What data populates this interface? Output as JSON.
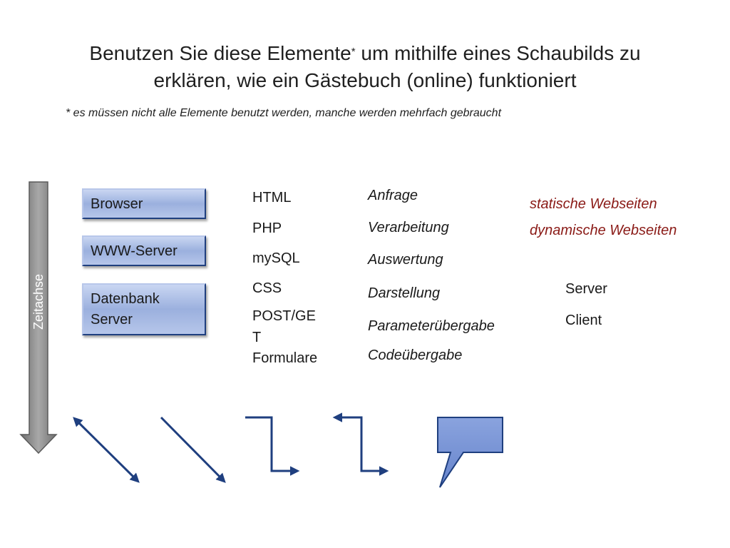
{
  "title": {
    "part1": "Benutzen Sie diese Elemente",
    "marker": "*",
    "part2": " um mithilfe eines Schaubilds zu",
    "line2": "erklären, wie ein Gästebuch (online) funktioniert"
  },
  "note": "* es müssen nicht alle Elemente benutzt werden, manche werden mehrfach gebraucht",
  "boxes": {
    "browser": "Browser",
    "www_server": "WWW-Server",
    "db_line1": "Datenbank",
    "db_line2": "Server"
  },
  "axis_label": "Zeitachse",
  "technologies": {
    "html": "HTML",
    "php": "PHP",
    "mysql": "mySQL",
    "css": "CSS",
    "postget_line1": "POST/GE",
    "postget_line2": "T",
    "formulare": "Formulare"
  },
  "processes": {
    "anfrage": "Anfrage",
    "verarbeitung": "Verarbeitung",
    "auswertung": "Auswertung",
    "darstellung": "Darstellung",
    "parameteruebergabe": "Parameterübergabe",
    "codeuebergabe": "Codeübergabe"
  },
  "webpages": {
    "static": "statische Webseiten",
    "dynamic": "dynamische Webseiten"
  },
  "roles": {
    "server": "Server",
    "client": "Client"
  },
  "colors": {
    "box_fill": "#9bb0de",
    "box_border": "#1f3f7f",
    "arrow": "#1f3f7f",
    "accent_red": "#8a1a16",
    "time_arrow": "#8c8c8c"
  },
  "icons": [
    "time-axis-arrow",
    "diagonal-double-arrow",
    "diagonal-arrow",
    "step-arrow-right",
    "step-arrow-left-right",
    "speech-bubble"
  ]
}
